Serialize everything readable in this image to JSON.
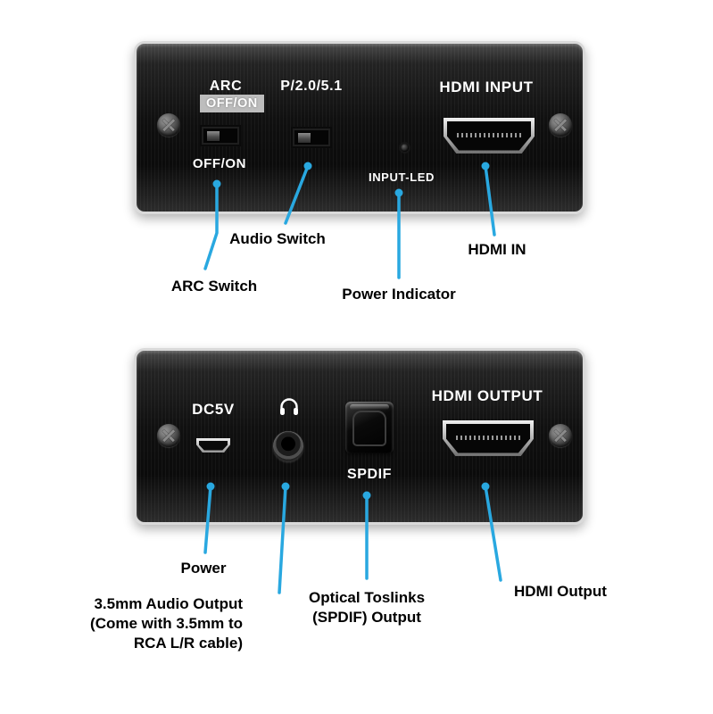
{
  "colors": {
    "callout": "#29a8e0"
  },
  "top_panel": {
    "arc_label": "ARC",
    "arc_state_label": "OFF/ON",
    "arc_switch_label": "OFF/ON",
    "audio_mode_label": "P/2.0/5.1",
    "input_led_label": "INPUT-LED",
    "hdmi_input_label": "HDMI INPUT"
  },
  "top_callouts": {
    "arc_switch": "ARC Switch",
    "audio_switch": "Audio Switch",
    "power_indicator": "Power Indicator",
    "hdmi_in": "HDMI IN"
  },
  "bottom_panel": {
    "power_label": "DC5V",
    "spdif_label": "SPDIF",
    "hdmi_output_label": "HDMI OUTPUT"
  },
  "bottom_callouts": {
    "power": "Power",
    "audio_output_line1": "3.5mm Audio Output",
    "audio_output_line2": "(Come with 3.5mm to",
    "audio_output_line3": "RCA L/R cable)",
    "optical_line1": "Optical Toslinks",
    "optical_line2": "(SPDIF) Output",
    "hdmi_output": "HDMI Output"
  },
  "icons": {
    "headphone": "headphone-icon",
    "screw": "phillips-screw-icon",
    "led": "power-led-icon"
  }
}
